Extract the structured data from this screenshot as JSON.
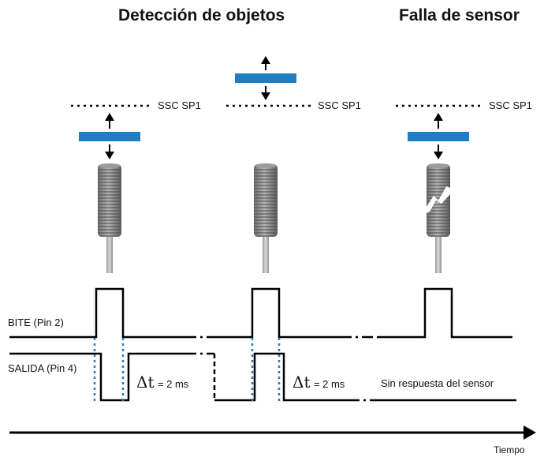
{
  "titles": {
    "detection": "Detección de objetos",
    "failure": "Falla de sensor"
  },
  "threshold_label": "SSC SP1",
  "signals": {
    "bite": "BITE (Pin 2)",
    "output": "SALIDA (Pin 4)"
  },
  "delay": {
    "symbol": "Δt",
    "value": "= 2 ms"
  },
  "no_response": "Sin respuesta del sensor",
  "time_axis": "Tiempo",
  "colors": {
    "target": "#1f7ec2",
    "dotted": "#1f7ec2",
    "signal": "#000000",
    "sensor_body": "#8a8a8a",
    "cable": "#b0b0b0"
  }
}
